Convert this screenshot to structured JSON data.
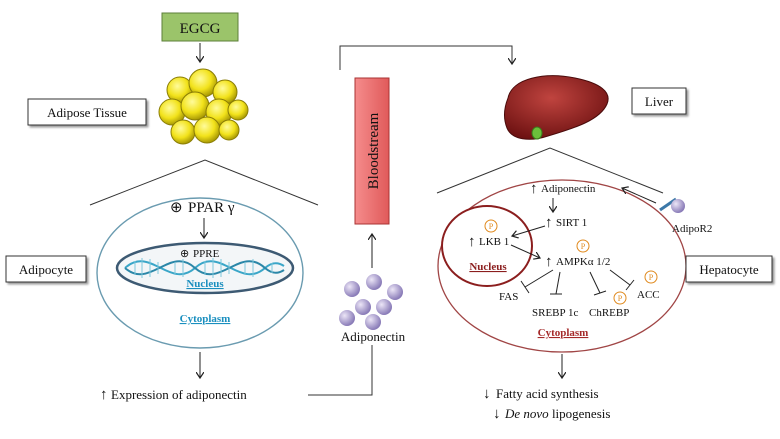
{
  "colors": {
    "egcg_box": "#9bc46a",
    "bloodstream_box": "#f07070",
    "fat_cell": "#f2e21a",
    "adiponectin_ball": "#a99cc9",
    "liver": "#8f1d1d",
    "nucleus_adipocyte_text": "#1a8fbf",
    "cytoplasm_adipocyte_text": "#1a8fbf",
    "hepatocyte_text": "#a52a2a",
    "phospho_circle": "#e08a1e"
  },
  "labels": {
    "egcg": "EGCG",
    "adipose_tissue": "Adipose Tissue",
    "bloodstream": "Bloodstream",
    "liver": "Liver",
    "adipocyte": "Adipocyte",
    "hepatocyte": "Hepatocyte",
    "adiponectin": "Adiponectin",
    "adipor2": "AdipoR2"
  },
  "adipocyte_cell": {
    "ppar_gamma": "PPAR γ",
    "ppre": "PPRE",
    "nucleus": "Nucleus",
    "cytoplasm": "Cytoplasm",
    "plus_symbol": "⊕"
  },
  "hepatocyte_cell": {
    "adiponectin": "Adiponectin",
    "sirt1": "SIRT 1",
    "lkb1": "LKB 1",
    "ampk": "AMPKα 1/2",
    "nucleus": "Nucleus",
    "cytoplasm": "Cytoplasm",
    "fas": "FAS",
    "srebp1c": "SREBP 1c",
    "chrebp": "ChREBP",
    "acc": "ACC",
    "phospho": "P"
  },
  "outcomes": {
    "expression": "Expression of adiponectin",
    "fatty_acid": "Fatty acid synthesis",
    "de_novo_italic": "De novo",
    "lipogenesis": " lipogenesis"
  },
  "arrows": {
    "up": "↑",
    "down": "↓"
  }
}
